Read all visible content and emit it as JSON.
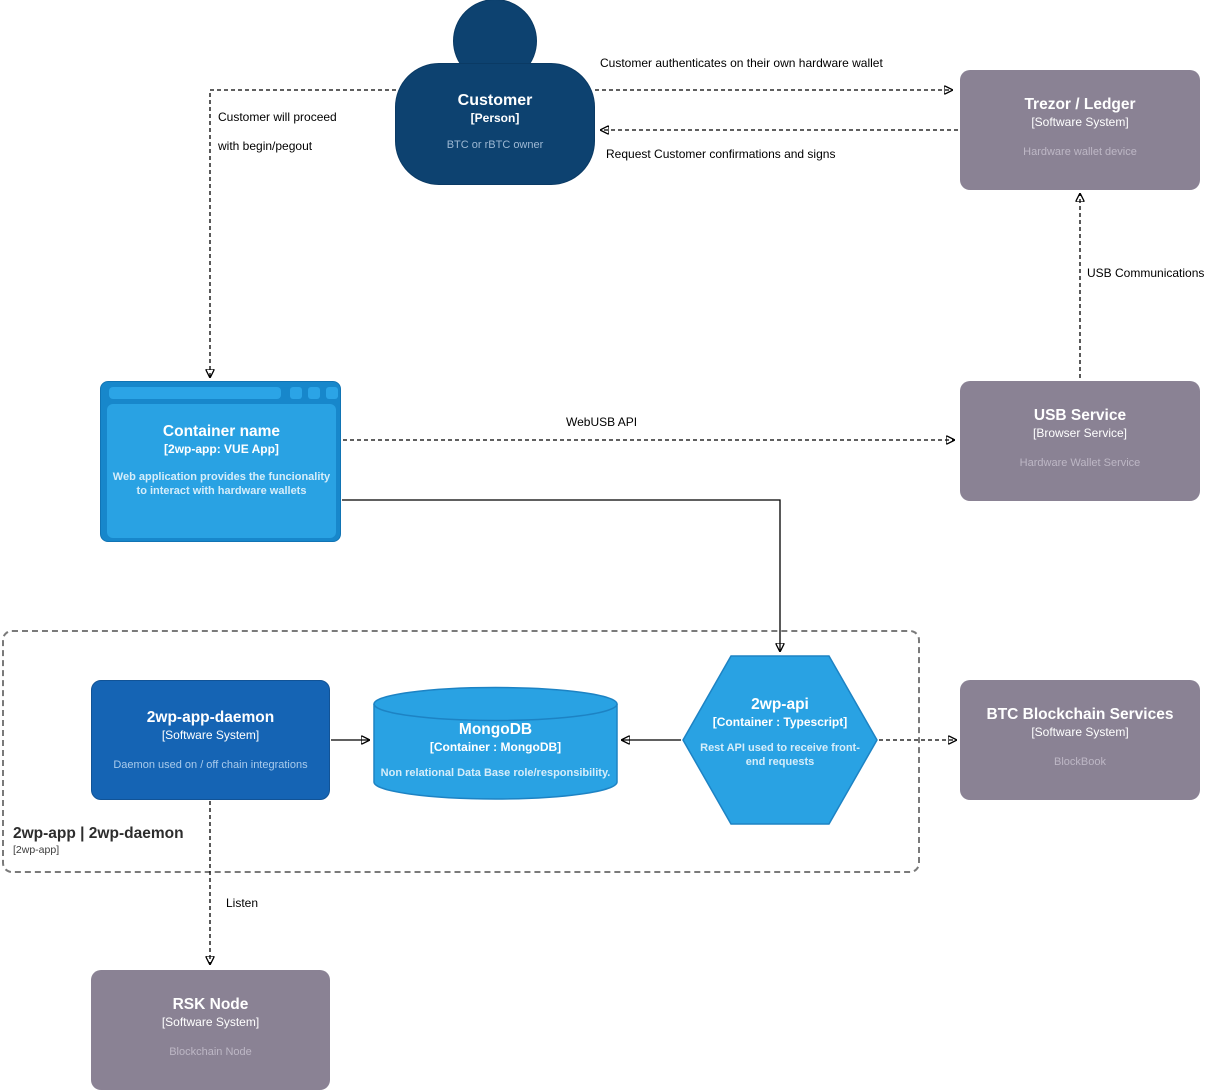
{
  "diagram": {
    "kind": "C4 container diagram",
    "colors": {
      "person": "#0d4270",
      "external_system": "#8a8294",
      "daemon": "#1564b4",
      "container_blue": "#29a2e3",
      "browser_frame": "#1787cb"
    }
  },
  "nodes": {
    "customer": {
      "title": "Customer",
      "type": "[Person]",
      "desc": "BTC or rBTC owner"
    },
    "trezor": {
      "title": "Trezor / Ledger",
      "type": "[Software System]",
      "desc": "Hardware wallet device"
    },
    "webapp": {
      "title": "Container name",
      "type": "[2wp-app: VUE App]",
      "desc": "Web application provides the funcionality to interact with hardware wallets"
    },
    "usb_service": {
      "title": "USB Service",
      "type": "[Browser Service]",
      "desc": "Hardware Wallet Service"
    },
    "daemon": {
      "title": "2wp-app-daemon",
      "type": "[Software System]",
      "desc": "Daemon used on / off chain integrations"
    },
    "mongodb": {
      "title": "MongoDB",
      "type": "[Container : MongoDB]",
      "desc": "Non relational Data Base role/responsibility."
    },
    "api": {
      "title": "2wp-api",
      "type": "[Container : Typescript]",
      "desc": "Rest API used to receive front-end requests"
    },
    "btc": {
      "title": "BTC Blockchain Services",
      "type": "[Software System]",
      "desc": "BlockBook"
    },
    "rsk": {
      "title": "RSK Node",
      "type": "[Software System]",
      "desc": "Blockchain Node"
    }
  },
  "boundary": {
    "title": "2wp-app | 2wp-daemon",
    "type": "[2wp-app]"
  },
  "edges": {
    "authenticate": {
      "label": "Customer authenticates on their own hardware wallet"
    },
    "request_sign": {
      "label": "Request Customer confirmations and signs"
    },
    "proceed": {
      "label": "Customer will proceed\nwith begin/pegout"
    },
    "usb_comm": {
      "label": "USB Communications"
    },
    "webusb": {
      "label": "WebUSB API"
    },
    "listen": {
      "label": "Listen"
    }
  }
}
